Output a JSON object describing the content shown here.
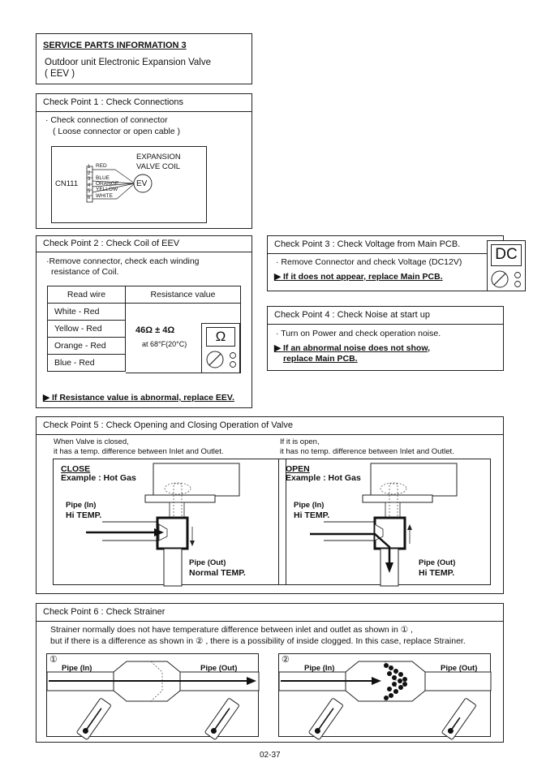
{
  "title": {
    "heading": "SERVICE PARTS INFORMATION 3",
    "line1": "Outdoor unit Electronic Expansion Valve",
    "line2": "( EEV )"
  },
  "cp1": {
    "header": "Check Point 1 : Check Connections",
    "line1": "· Check connection of connector",
    "line2": "( Loose connector or open cable )",
    "diagram": {
      "connector": "CN111",
      "coil_label1": "EXPANSION",
      "coil_label2": "VALVE COIL",
      "ev": "EV",
      "pins": [
        "1",
        "2",
        "3",
        "4",
        "5",
        "6"
      ],
      "wires": [
        "RED",
        "BLUE",
        "ORANGE",
        "YELLOW",
        "WHITE"
      ]
    }
  },
  "cp2": {
    "header": "Check Point 2 :  Check Coil of EEV",
    "line1": "·Remove connector, check each winding",
    "line2": "resistance of Coil.",
    "col1": "Read wire",
    "col2": "Resistance value",
    "rows": [
      "White - Red",
      "Yellow - Red",
      "Orange - Red",
      "Blue - Red"
    ],
    "value": "46Ω ± 4Ω",
    "temp": "at 68°F(20°C)",
    "meter_symbol": "Ω",
    "note": "▶ If Resistance value is abnormal, replace EEV."
  },
  "cp3": {
    "header": "Check Point 3 : Check Voltage from Main PCB.",
    "line1": "· Remove Connector and check Voltage (DC12V)",
    "note": "▶ If it does not appear, replace Main PCB.",
    "meter_symbol": "DC"
  },
  "cp4": {
    "header": "Check Point 4 : Check Noise at start up",
    "line1": "· Turn on Power and check operation noise.",
    "note1": "▶ If an abnormal noise does not show,",
    "note2": "replace Main PCB."
  },
  "cp5": {
    "header": "Check Point 5 : Check Opening and Closing Operation of Valve",
    "left_caption1": "When Valve is closed,",
    "left_caption2": "it has  a temp. difference between Inlet and Outlet.",
    "right_caption1": "If it is open,",
    "right_caption2": "it has no temp. difference between Inlet and Outlet.",
    "close": {
      "state": "CLOSE",
      "example": "Example : Hot Gas",
      "pipe_in": "Pipe (In)",
      "in_temp": "Hi TEMP.",
      "pipe_out": "Pipe (Out)",
      "out_temp": "Normal TEMP."
    },
    "open": {
      "state": "OPEN",
      "example": "Example : Hot Gas",
      "pipe_in": "Pipe (In)",
      "in_temp": "Hi TEMP.",
      "pipe_out": "Pipe (Out)",
      "out_temp": "Hi TEMP."
    }
  },
  "cp6": {
    "header": "Check Point 6 : Check Strainer",
    "line1": "Strainer normally does not have temperature difference between inlet and outlet as shown in ① ,",
    "line2": "but if there is a difference as shown in ② , there is a possibility of inside clogged. In this case, replace Strainer.",
    "fig1": {
      "num": "①",
      "pipe_in": "Pipe (In)",
      "pipe_out": "Pipe (Out)"
    },
    "fig2": {
      "num": "②",
      "pipe_in": "Pipe (In)",
      "pipe_out": "Pipe (Out)"
    }
  },
  "page_number": "02-37"
}
